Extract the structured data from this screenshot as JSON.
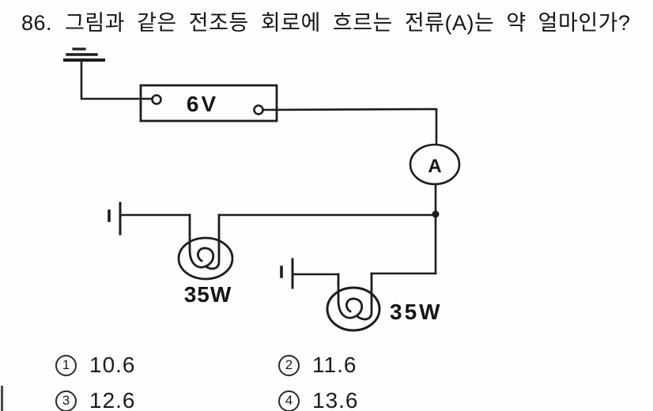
{
  "question": {
    "number": "86.",
    "text": "그림과 같은 전조등 회로에 흐르는 전류(A)는 약 얼마인가?"
  },
  "circuit": {
    "battery_label": "6V",
    "ammeter_label": "A",
    "left_lamp_label": "35W",
    "right_lamp_label": "35W",
    "battery_voltage": "6V",
    "lamp_power_each": "35W",
    "line_color": "#1d1d1d"
  },
  "options": [
    {
      "num": "1",
      "value": "10.6"
    },
    {
      "num": "2",
      "value": "11.6"
    },
    {
      "num": "3",
      "value": "12.6"
    },
    {
      "num": "4",
      "value": "13.6"
    }
  ]
}
